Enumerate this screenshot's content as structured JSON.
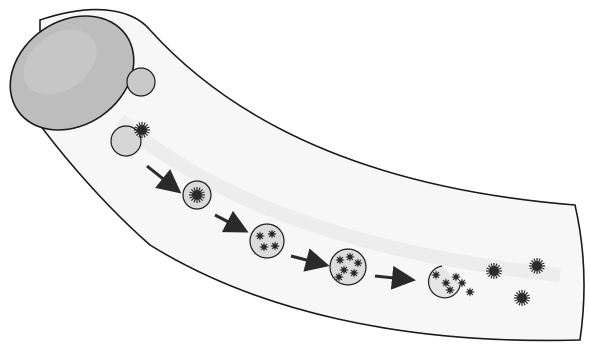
{
  "diagram": {
    "stages": [
      {
        "stage": 1,
        "content": "empty-cell"
      },
      {
        "stage": 2,
        "content": "cell-with-attached-particle"
      },
      {
        "stage": 3,
        "content": "cell-with-one-internal-particle"
      },
      {
        "stage": 4,
        "content": "cell-with-several-internal-particles"
      },
      {
        "stage": 5,
        "content": "cell-filled-with-particles"
      },
      {
        "stage": 6,
        "content": "ruptured-cell-releasing-particles"
      }
    ],
    "arrow_count": 4,
    "released_particles": 3,
    "colors": {
      "outline": "#1a1a1a",
      "tube_fill": "#f7f7f7",
      "opening_fill": "#bdbdbd",
      "cell_fill": "#c9c9c9",
      "particle_fill": "#3a3a3a",
      "arrow": "#2a2a2a"
    }
  }
}
